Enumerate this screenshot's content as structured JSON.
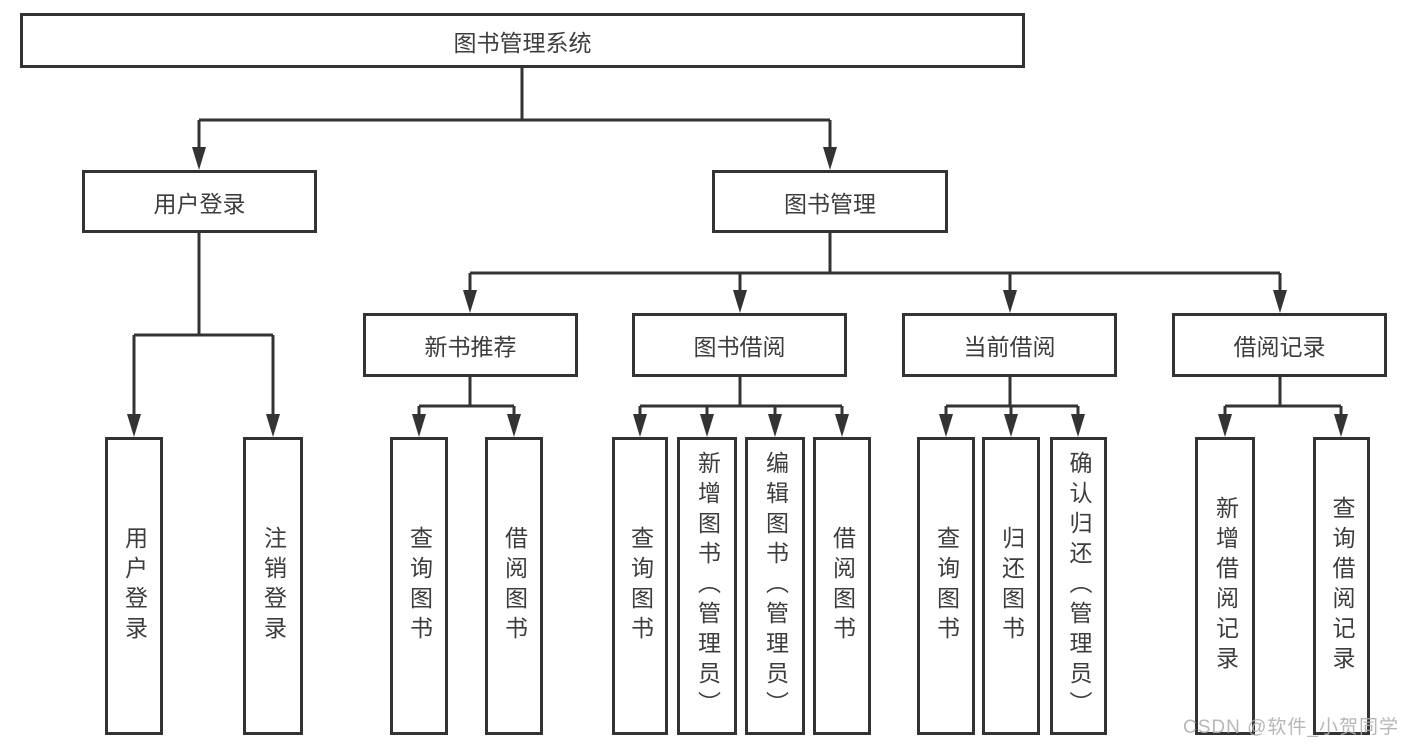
{
  "diagram": {
    "nodes": {
      "root": "图书管理系统",
      "user_login": "用户登录",
      "book_management": "图书管理",
      "login_user": "用户登录",
      "login_logout": "注销登录",
      "new_book_recommend": "新书推荐",
      "book_borrow": "图书借阅",
      "current_borrow": "当前借阅",
      "borrow_records": "借阅记录",
      "recommend_query_book": "查询图书",
      "recommend_borrow_book": "借阅图书",
      "borrow_query_book": "查询图书",
      "borrow_add_book": "新增图书（管理员）",
      "borrow_edit_book": "编辑图书（管理员）",
      "borrow_borrow_book": "借阅图书",
      "current_query_book": "查询图书",
      "current_return_book": "归还图书",
      "current_confirm_return": "确认归还（管理员）",
      "records_add_record": "新增借阅记录",
      "records_query_record": "查询借阅记录"
    }
  },
  "watermark": "CSDN @软件_小贺同学",
  "colors": {
    "line": "#333333",
    "text": "#3d3d3d",
    "watermark": "#b0b0b0",
    "background": "#ffffff"
  }
}
